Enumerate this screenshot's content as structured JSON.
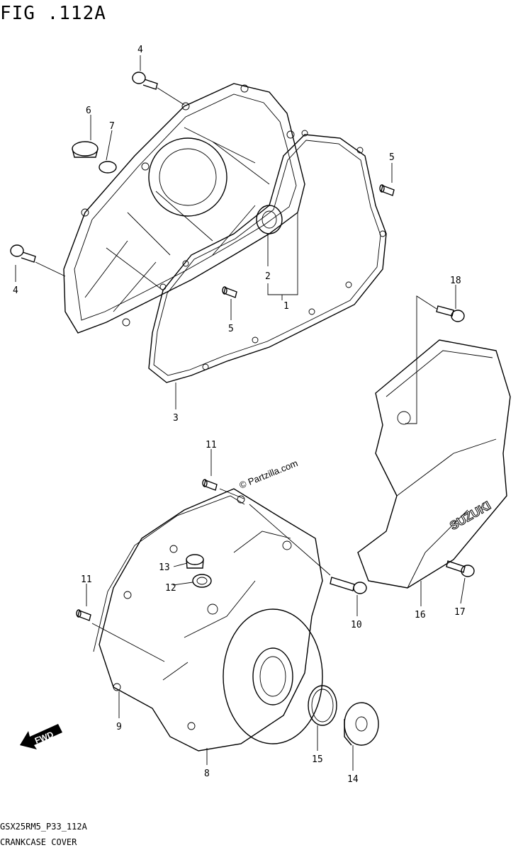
{
  "figure": {
    "title": "FIG .112A",
    "code": "GSX25RM5_P33_112A",
    "caption": "CRANKCASE COVER"
  },
  "watermark": "© Partzilla.com",
  "brand_label": "SUZUKI",
  "fwd_label": "FWD",
  "callouts": {
    "c1": "1",
    "c2": "2",
    "c3": "3",
    "c4a": "4",
    "c4b": "4",
    "c5a": "5",
    "c5b": "5",
    "c6": "6",
    "c7": "7",
    "c8": "8",
    "c9": "9",
    "c10": "10",
    "c11a": "11",
    "c11b": "11",
    "c12": "12",
    "c13": "13",
    "c14": "14",
    "c15": "15",
    "c16": "16",
    "c17": "17",
    "c18": "18"
  }
}
